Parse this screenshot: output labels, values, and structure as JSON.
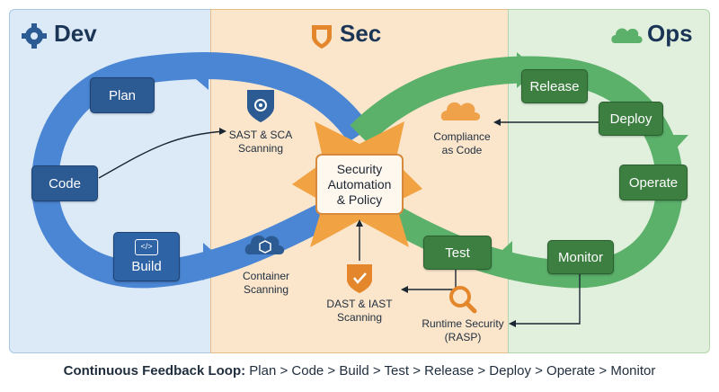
{
  "panels": {
    "dev": {
      "title": "Dev",
      "icon": "gear-icon"
    },
    "sec": {
      "title": "Sec",
      "icon": "shield-icon"
    },
    "ops": {
      "title": "Ops",
      "icon": "cloud-icon"
    }
  },
  "dev_stages": {
    "plan": "Plan",
    "code": "Code",
    "build": "Build",
    "build_icon": "</>"
  },
  "ops_stages": {
    "release": "Release",
    "deploy": "Deploy",
    "operate": "Operate",
    "monitor": "Monitor",
    "test": "Test"
  },
  "central": {
    "line1": "Security",
    "line2": "Automation",
    "line3": "& Policy"
  },
  "security_labels": {
    "sast": {
      "line1": "SAST & SCA",
      "line2": "Scanning",
      "icon": "shield-gear-icon"
    },
    "container": {
      "line1": "Container",
      "line2": "Scanning",
      "icon": "cloud-cube-icon"
    },
    "dast": {
      "line1": "DAST & IAST",
      "line2": "Scanning",
      "icon": "shield-check-icon"
    },
    "compliance": {
      "line1": "Compliance",
      "line2": "as Code",
      "icon": "cloud-icon"
    },
    "runtime": {
      "line1": "Runtime Security",
      "line2": "(RASP)",
      "icon": "magnifier-icon"
    }
  },
  "caption": {
    "prefix": "Continuous Feedback Loop:",
    "sequence": "Plan > Code > Build > Test > Release > Deploy > Operate > Monitor"
  },
  "colors": {
    "dev": "#4a86d4",
    "sec": "#f1a242",
    "ops": "#5bb06a",
    "ops_dark": "#3c7f40",
    "dev_dark": "#2c5a92"
  }
}
